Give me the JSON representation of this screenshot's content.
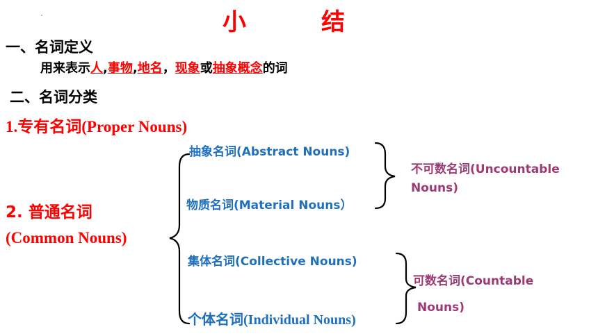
{
  "title": {
    "char1": "小",
    "char2": "结"
  },
  "section1": {
    "heading": "一、名词定义",
    "definition": {
      "prefix": "用来表示",
      "term1": "人",
      "sep1": ",",
      "term2": "事物",
      "sep2": ",",
      "term3": "地名",
      "sep3": "，",
      "term4": "现象",
      "mid": "或",
      "term5": "抽象概念",
      "suffix": "的词"
    }
  },
  "section2": {
    "heading": "二、名词分类",
    "proper": "1.专有名词(Proper Nouns)",
    "common_line1": "2. 普通名词",
    "common_line2": "(Common   Nouns)",
    "abstract": "抽象名词(Abstract Nouns)",
    "material": "物质名词(Material Nouns）",
    "collective": "集体名词(Collective Nouns)",
    "individual": "个体名词(Individual Nouns)",
    "uncountable_line1": "不可数名词(Uncountable",
    "uncountable_line2": "Nouns)",
    "countable_line1": "可数名词(Countable",
    "countable_line2": "Nouns)"
  },
  "colors": {
    "red": "#ff0000",
    "blue": "#1f6fbf",
    "purple": "#9b3a73",
    "black": "#000000"
  }
}
